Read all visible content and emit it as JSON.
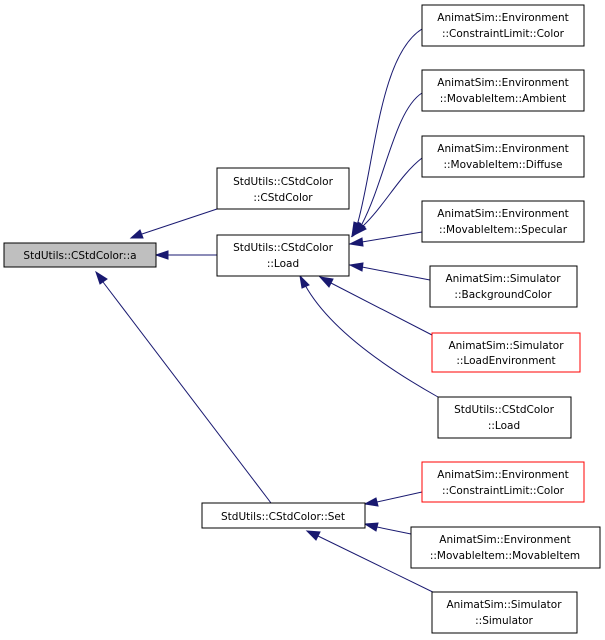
{
  "colors": {
    "edge": "#191970",
    "root_fill": "#bfbfbf",
    "node_border": "#000000",
    "highlight_border": "#ff0000"
  },
  "nodes": {
    "root": {
      "lines": [
        "StdUtils::CStdColor::a"
      ]
    },
    "cstdcolor_ctor": {
      "lines": [
        "StdUtils::CStdColor",
        "::CStdColor"
      ]
    },
    "load": {
      "lines": [
        "StdUtils::CStdColor",
        "::Load"
      ]
    },
    "set": {
      "lines": [
        "StdUtils::CStdColor::Set"
      ]
    },
    "env_constraint_color_1": {
      "lines": [
        "AnimatSim::Environment",
        "::ConstraintLimit::Color"
      ]
    },
    "env_ambient": {
      "lines": [
        "AnimatSim::Environment",
        "::MovableItem::Ambient"
      ]
    },
    "env_diffuse": {
      "lines": [
        "AnimatSim::Environment",
        "::MovableItem::Diffuse"
      ]
    },
    "env_specular": {
      "lines": [
        "AnimatSim::Environment",
        "::MovableItem::Specular"
      ]
    },
    "sim_background": {
      "lines": [
        "AnimatSim::Simulator",
        "::BackgroundColor"
      ]
    },
    "sim_loadenv": {
      "lines": [
        "AnimatSim::Simulator",
        "::LoadEnvironment"
      ]
    },
    "load_2": {
      "lines": [
        "StdUtils::CStdColor",
        "::Load"
      ]
    },
    "env_constraint_color_2": {
      "lines": [
        "AnimatSim::Environment",
        "::ConstraintLimit::Color"
      ]
    },
    "env_movableitem": {
      "lines": [
        "AnimatSim::Environment",
        "::MovableItem::MovableItem"
      ]
    },
    "sim_simulator": {
      "lines": [
        "AnimatSim::Simulator",
        "::Simulator"
      ]
    }
  }
}
